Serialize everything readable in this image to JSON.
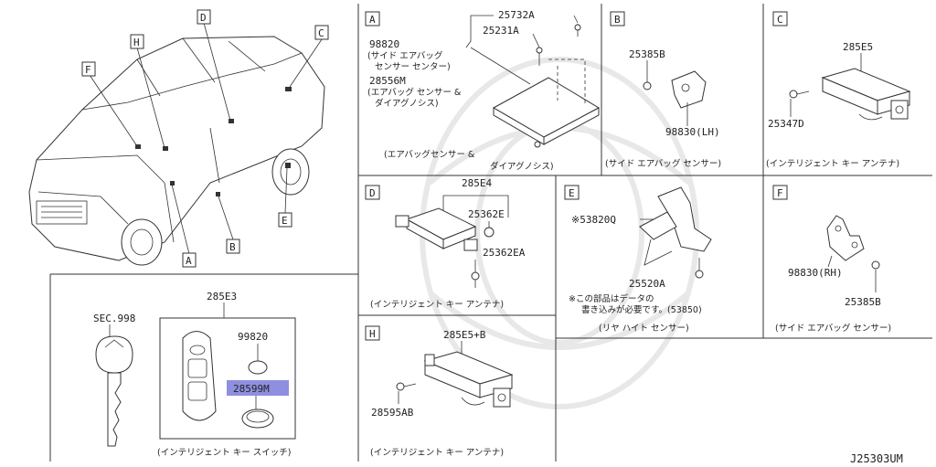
{
  "diagram_id": "J25303UM",
  "vehicle_callouts": [
    "F",
    "H",
    "D",
    "C",
    "A",
    "B",
    "E"
  ],
  "sections": {
    "A": {
      "letter": "A",
      "parts": [
        "25732A",
        "25231A",
        "98820",
        "(サイド エアバッグ",
        "センサー センター)",
        "28556M",
        "(エアバッグ センサー &",
        "ダイアグノシス)"
      ],
      "caption_1": "(エアバッグセンサー &",
      "caption_2": "ダイアグノシス)"
    },
    "B": {
      "letter": "B",
      "parts": [
        "25385B",
        "98830(LH)"
      ],
      "caption": "(サイド エアバッグ センサー)"
    },
    "C": {
      "letter": "C",
      "parts": [
        "285E5",
        "25347D"
      ],
      "caption": "(インテリジェント キー アンテナ)"
    },
    "D": {
      "letter": "D",
      "parts": [
        "285E4",
        "25362E",
        "25362EA"
      ],
      "caption": "(インテリジェント キー アンテナ)"
    },
    "E": {
      "letter": "E",
      "parts": [
        "※53820Q",
        "25520A"
      ],
      "note_1": "※この部品はデータの",
      "note_2": "書き込みが必要です。(53850)",
      "caption": "(リヤ ハイト センサー)"
    },
    "F": {
      "letter": "F",
      "parts": [
        "98830(RH)",
        "25385B"
      ],
      "caption": "(サイド エアバッグ センサー)"
    },
    "H": {
      "letter": "H",
      "parts": [
        "285E5+B",
        "28595AB"
      ],
      "caption": "(インテリジェント キー アンテナ)"
    },
    "key": {
      "parts": [
        "SEC.998",
        "285E3",
        "99820",
        "28599M"
      ],
      "caption": "(インテリジェント キー スイッチ)",
      "highlight_color": "#8f8fe0"
    }
  }
}
